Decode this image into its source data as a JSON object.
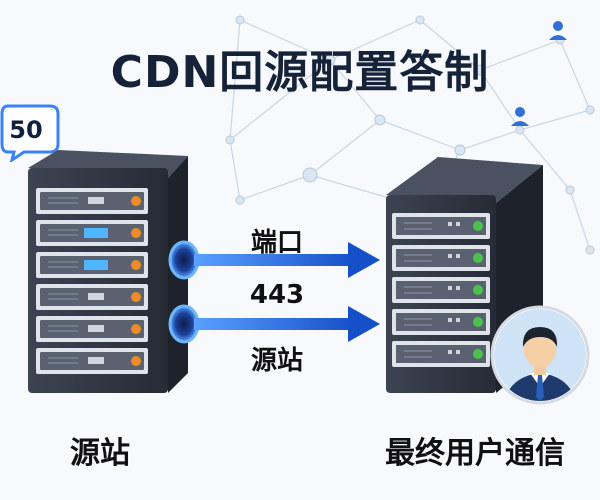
{
  "title": "CDN回源配置答制",
  "badge_value": "50",
  "labels": {
    "top": "端口",
    "middle": "443",
    "bottom": "源站"
  },
  "captions": {
    "left": "源站",
    "right": "最终用户通信"
  },
  "colors": {
    "arrow": "#1a63d6",
    "glow": "#3b82f6",
    "server_body": "#2f3541",
    "orange_led": "#f08a24",
    "green_led": "#4cc24a"
  },
  "icons": [
    "network-background-icon",
    "user-icon",
    "server-icon",
    "avatar-icon",
    "speech-bubble-icon"
  ]
}
